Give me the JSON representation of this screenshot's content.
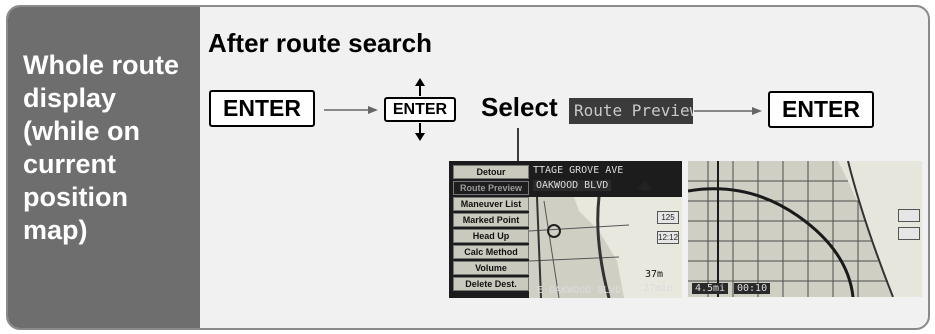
{
  "sidebar": {
    "label": "Whole route display (while on current position map)"
  },
  "section_title": "After route search",
  "steps": {
    "enter_1": "ENTER",
    "enter_2": "ENTER",
    "select_word": "Select",
    "route_preview": "Route Preview",
    "enter_3": "ENTER"
  },
  "screen_left": {
    "menu": [
      "Detour",
      "Route Preview",
      "Maneuver List",
      "Marked Point",
      "Head Up",
      "Calc Method",
      "Volume",
      "Delete Dest."
    ],
    "street_top_1": "TTAGE GROVE AVE",
    "street_top_2": "OAKWOOD BLVD",
    "street_bottom": "E OAKWOOD BLVD",
    "badge_1": "125",
    "badge_2": "12:12",
    "dist": "37m",
    "eta": "27min"
  },
  "screen_right": {
    "scale": "4.5mi",
    "time": "00:10"
  }
}
